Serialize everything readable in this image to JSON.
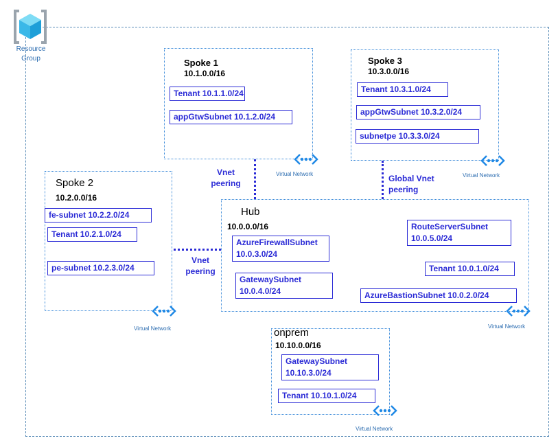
{
  "resource_group": {
    "label_line1": "Resource",
    "label_line2": "Group"
  },
  "vnet_icon_label": "Virtual Network",
  "spoke1": {
    "name": "Spoke 1",
    "cidr": "10.1.0.0/16",
    "subnets": [
      "Tenant  10.1.1.0/24",
      "appGtwSubnet  10.1.2.0/24"
    ]
  },
  "spoke3": {
    "name": "Spoke 3",
    "cidr": "10.3.0.0/16",
    "subnets": [
      "Tenant  10.3.1.0/24",
      "appGtwSubnet  10.3.2.0/24",
      "subnetpe  10.3.3.0/24"
    ]
  },
  "spoke2": {
    "name": "Spoke 2",
    "cidr": "10.2.0.0/16",
    "subnets": [
      "fe-subnet  10.2.2.0/24",
      "Tenant  10.2.1.0/24",
      "pe-subnet  10.2.3.0/24"
    ]
  },
  "hub": {
    "name": "Hub",
    "cidr": "10.0.0.0/16",
    "subnets": [
      {
        "line1": "AzureFirewallSubnet",
        "line2": "10.0.3.0/24"
      },
      {
        "line1": "GatewaySubnet",
        "line2": "10.0.4.0/24"
      },
      {
        "line1": "RouteServerSubnet",
        "line2": "10.0.5.0/24"
      },
      {
        "line1": "Tenant  10.0.1.0/24"
      },
      {
        "line1": "AzureBastionSubnet  10.0.2.0/24"
      }
    ]
  },
  "onprem": {
    "name": "onprem",
    "cidr": "10.10.0.0/16",
    "subnets": [
      {
        "line1": "GatewaySubnet",
        "line2": "10.10.3.0/24"
      },
      {
        "line1": "Tenant  10.10.1.0/24"
      }
    ]
  },
  "peerings": {
    "spoke1_hub": {
      "line1": "Vnet",
      "line2": "peering"
    },
    "spoke3_hub": {
      "line1": "Global Vnet",
      "line2": "peering"
    },
    "spoke2_hub": {
      "line1": "Vnet",
      "line2": "peering"
    }
  },
  "colors": {
    "accent": "#2b2bd6",
    "border": "#3b8ad9",
    "icon": "#1e88e5"
  }
}
